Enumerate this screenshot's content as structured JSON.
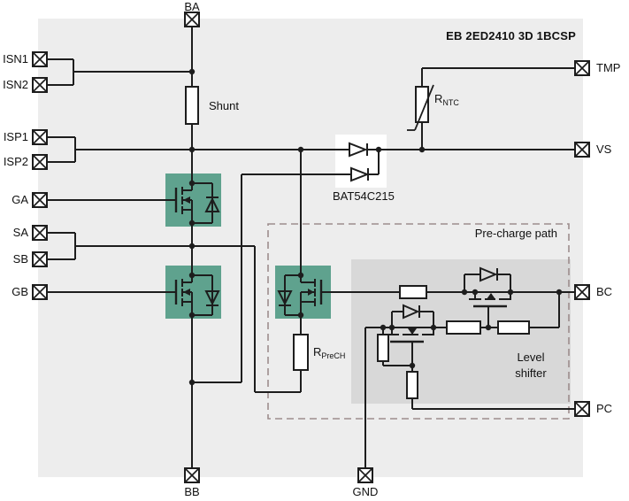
{
  "title": "EB 2ED2410 3D 1BCSP",
  "pins": {
    "ba": "BA",
    "bb": "BB",
    "gnd": "GND",
    "isn1": "ISN1",
    "isn2": "ISN2",
    "isp1": "ISP1",
    "isp2": "ISP2",
    "ga": "GA",
    "sa": "SA",
    "sb": "SB",
    "gb": "GB",
    "tmp": "TMP",
    "vs": "VS",
    "bc": "BC",
    "pc": "PC"
  },
  "labels": {
    "shunt": "Shunt",
    "bat54": "BAT54C215",
    "r_ntc_base": "R",
    "r_ntc_sub": "NTC",
    "r_prech_base": "R",
    "r_prech_sub": "PreCH",
    "precharge_path": "Pre-charge path",
    "level_shifter_line1": "Level",
    "level_shifter_line2": "shifter"
  },
  "colors": {
    "panel_bg": "#ededed",
    "level_shifter_bg": "#d8d8d8",
    "mosfet_highlight": "#5fa28e",
    "dashed_border": "#9d8d8d",
    "wire": "#1d1d1d",
    "component_fill": "#ffffff"
  }
}
